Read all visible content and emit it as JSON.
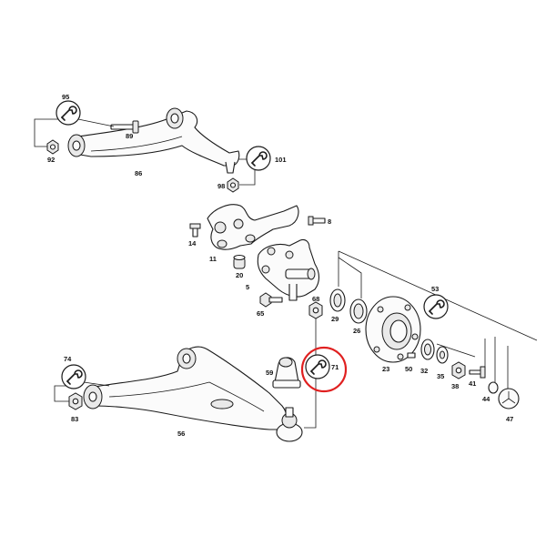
{
  "labels": {
    "p95": "95",
    "p89": "89",
    "p92": "92",
    "p86": "86",
    "p101": "101",
    "p98": "98",
    "p8": "8",
    "p14": "14",
    "p11": "11",
    "p20": "20",
    "p5": "5",
    "p68": "68",
    "p65": "65",
    "p29": "29",
    "p26": "26",
    "p53": "53",
    "p23": "23",
    "p50": "50",
    "p32": "32",
    "p35": "35",
    "p38": "38",
    "p41": "41",
    "p44": "44",
    "p47": "47",
    "p74": "74",
    "p83": "83",
    "p59": "59",
    "p71": "71",
    "p56": "56"
  },
  "icons": {
    "torque": "torque-wrench-icon"
  },
  "colors": {
    "highlight": "#e02020",
    "line": "#1a1a1a"
  }
}
